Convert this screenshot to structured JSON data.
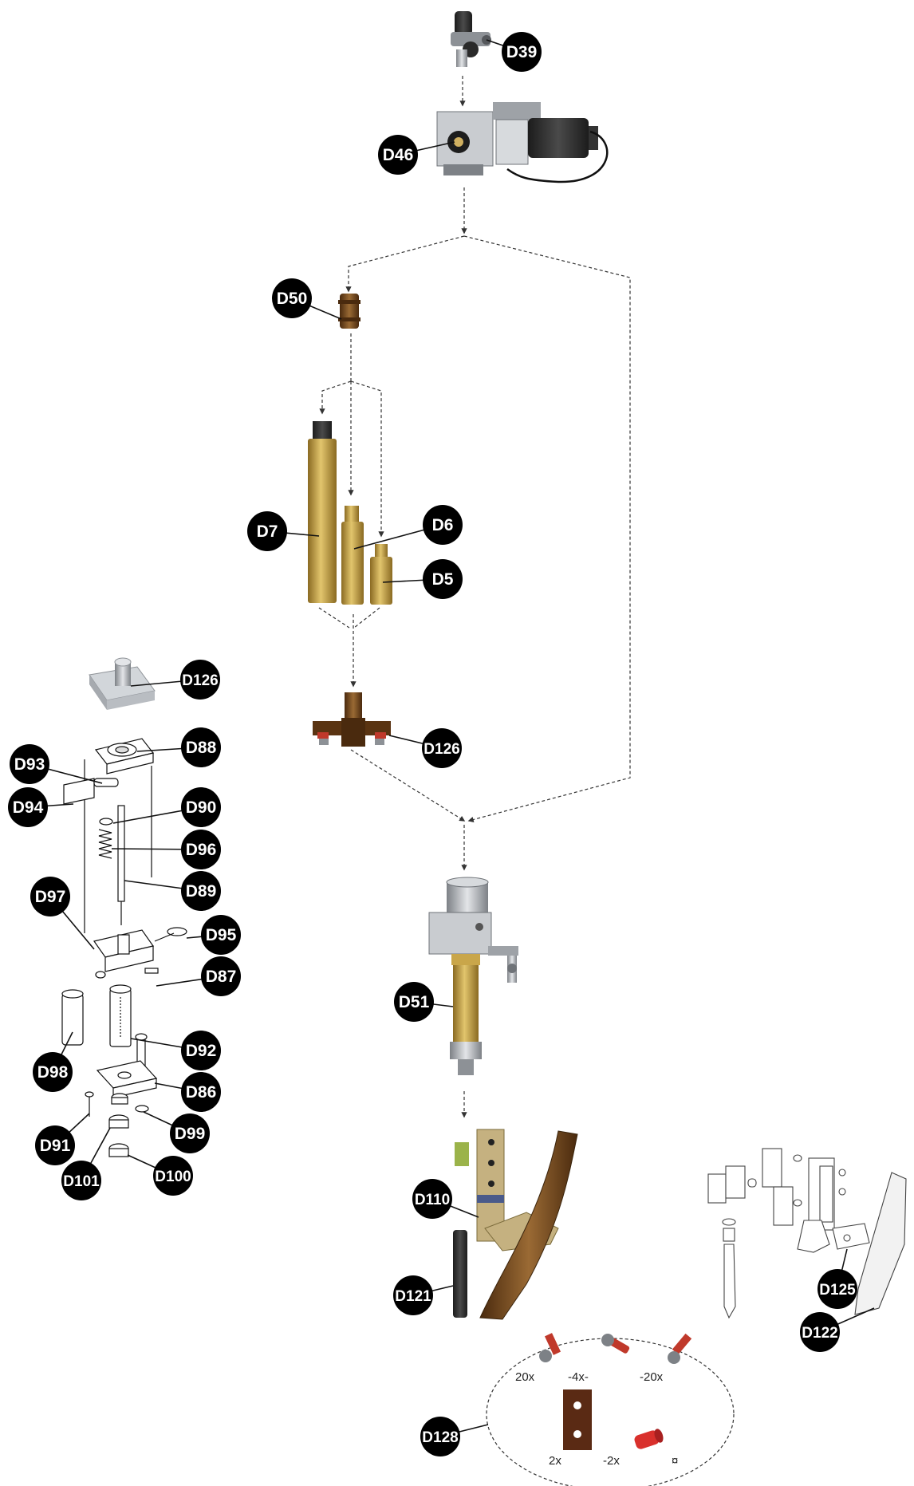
{
  "diagram": {
    "labels": {
      "D39": "D39",
      "D46": "D46",
      "D50": "D50",
      "D7": "D7",
      "D6": "D6",
      "D5": "D5",
      "D126_a": "D126",
      "D126_b": "D126",
      "D88": "D88",
      "D93": "D93",
      "D94": "D94",
      "D90": "D90",
      "D96": "D96",
      "D89": "D89",
      "D97": "D97",
      "D95": "D95",
      "D87": "D87",
      "D98": "D98",
      "D92": "D92",
      "D86": "D86",
      "D91": "D91",
      "D99": "D99",
      "D101": "D101",
      "D100": "D100",
      "D51": "D51",
      "D110": "D110",
      "D121": "D121",
      "D125": "D125",
      "D122": "D122",
      "D128": "D128"
    },
    "kit_quantities": {
      "screw_left": "20x",
      "screw_mid": "-4x-",
      "screw_right": "-20x",
      "plate": "2x",
      "sleeve": "-2x",
      "extra": "¤"
    },
    "colors": {
      "badge": "#000000",
      "leader": "#111111",
      "dashed": "#333333",
      "brass": "#c9a64a",
      "brass_dark": "#8a6a22",
      "steel": "#b9bcc0",
      "steel_dark": "#6f7378",
      "bronze": "#7a4a1e",
      "red": "#d9302c"
    }
  }
}
